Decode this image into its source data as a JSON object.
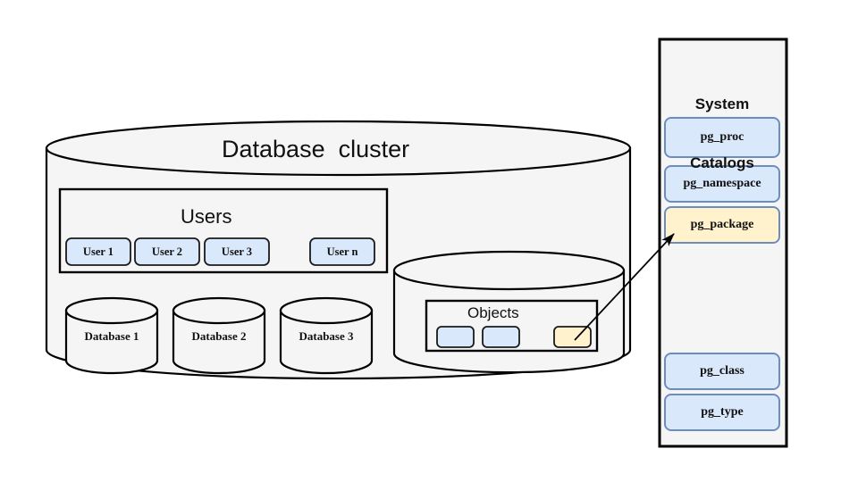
{
  "diagram": {
    "background": "#ffffff",
    "cluster": {
      "title": "Database  cluster",
      "users": {
        "title": "Users",
        "chips": [
          {
            "label": "User 1"
          },
          {
            "label": "User 2"
          },
          {
            "label": "User 3"
          },
          {
            "label": "User n"
          }
        ]
      },
      "databases": [
        {
          "label": "Database 1"
        },
        {
          "label": "Database 2"
        },
        {
          "label": "Database 3"
        }
      ],
      "objects": {
        "title": "Objects",
        "chips": [
          {
            "label": "",
            "highlight": false
          },
          {
            "label": "",
            "highlight": false
          },
          {
            "label": "",
            "highlight": true
          }
        ]
      }
    },
    "system_catalogs": {
      "title": "System\nCatalogs",
      "title_line1": "System",
      "title_line2": "Catalogs",
      "entries": [
        {
          "label": "pg_proc",
          "highlight": false
        },
        {
          "label": "pg_namespace",
          "highlight": false
        },
        {
          "label": "pg_package",
          "highlight": true
        },
        {
          "label": "pg_class",
          "highlight": false
        },
        {
          "label": "pg_type",
          "highlight": false
        }
      ]
    },
    "connector": {
      "from": "objects-highlight-chip",
      "to": "pg_package"
    },
    "colors": {
      "fill_blue": "#dae8fc",
      "stroke_blue": "#6c8ebf",
      "fill_yellow": "#fff2cc",
      "stroke_yellow": "#d6b656",
      "fill_panel": "#f5f5f5",
      "stroke_dark": "#000000",
      "shape_fill": "#f5f5f5"
    }
  }
}
